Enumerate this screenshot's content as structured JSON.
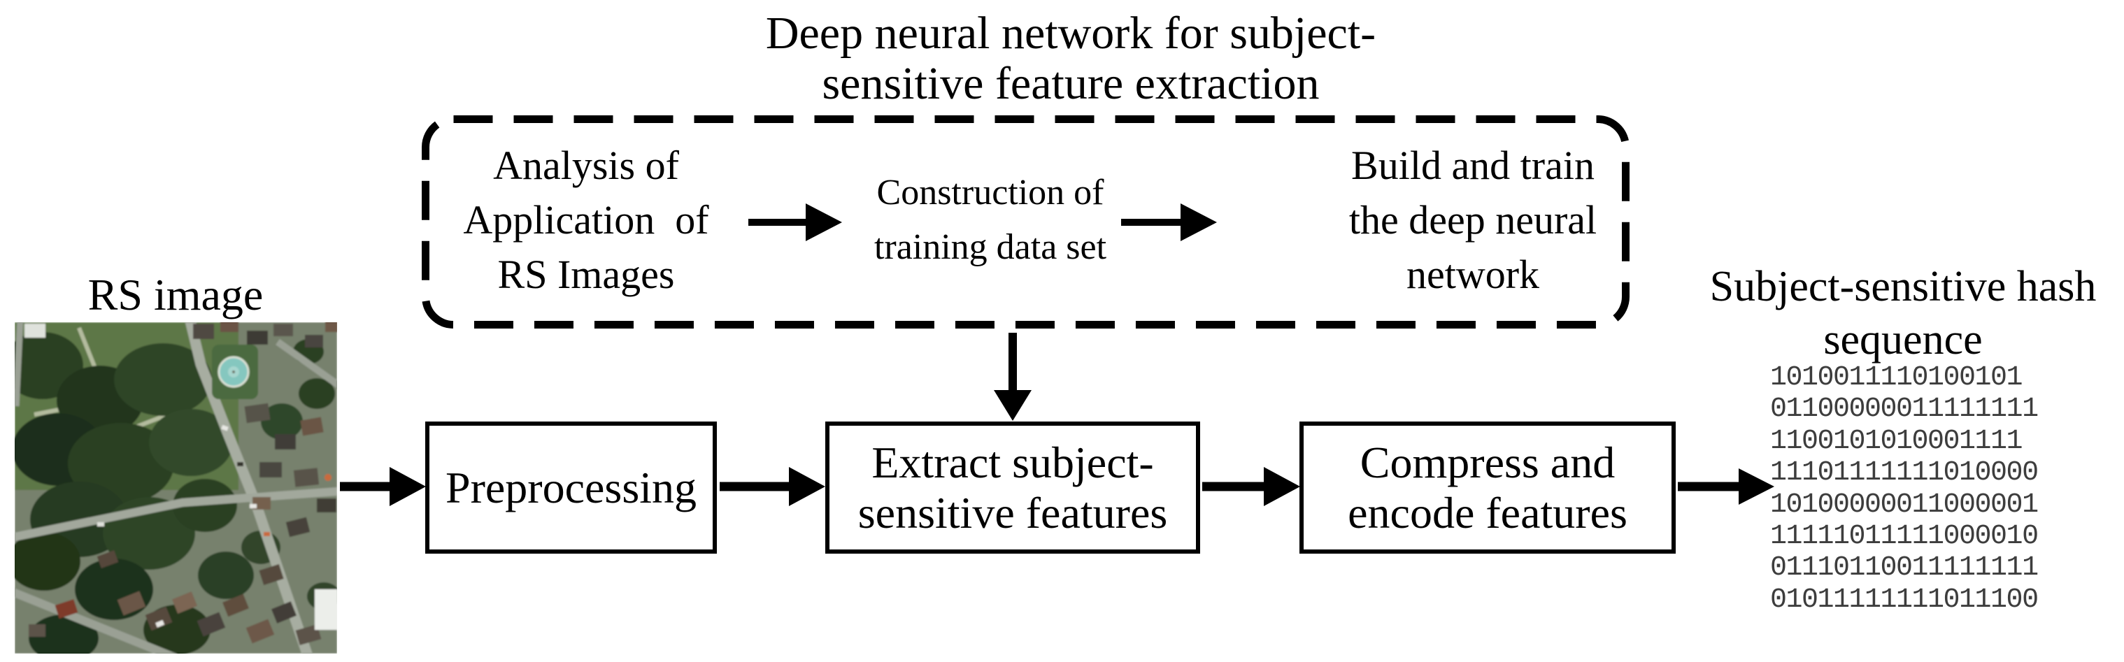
{
  "figure": {
    "title": {
      "line1": "Deep neural network for subject-",
      "line2": "sensitive feature extraction"
    }
  },
  "dnn_module": {
    "steps": [
      {
        "id": "analysis",
        "lines": [
          "Analysis of",
          "Application  of",
          "RS Images"
        ]
      },
      {
        "id": "construction",
        "lines": [
          "Construction of",
          "training data set"
        ]
      },
      {
        "id": "build_train",
        "lines": [
          "Build and train",
          "the deep neural",
          "network"
        ]
      }
    ]
  },
  "input": {
    "label": "RS image",
    "photo": {
      "kind": "aerial satellite photo",
      "features": "park with dark tree canopies, lawn with footpaths, diagonal streets, rows of houses, round swimming pool",
      "colors": {
        "trees": "#2a3f24",
        "lawn": "#5d7747",
        "road": "#a7ada1",
        "pool": "#85c7bf",
        "roofs": "#6a5646"
      }
    }
  },
  "pipeline": {
    "boxes": [
      {
        "id": "preprocessing",
        "lines": [
          "Preprocessing"
        ]
      },
      {
        "id": "extract",
        "lines": [
          "Extract subject-",
          "sensitive features"
        ]
      },
      {
        "id": "compress",
        "lines": [
          "Compress and",
          "encode features"
        ]
      }
    ]
  },
  "output": {
    "label": {
      "line1": "Subject-sensitive hash",
      "line2": "sequence"
    },
    "hash_lines": [
      "1010011110100101",
      "01100000011111111",
      "1100101010001111",
      "11101111111010000",
      "10100000011000001",
      "11111011111000010",
      "01110110011111111",
      "01011111111011100"
    ],
    "hash_color": "#3d3d3d"
  },
  "style": {
    "ink": "#000000",
    "background": "#ffffff"
  }
}
